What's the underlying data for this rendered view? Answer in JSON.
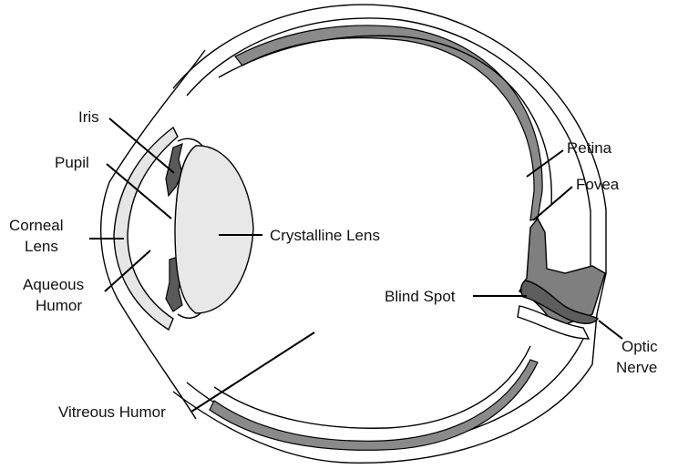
{
  "diagram": {
    "labels": {
      "iris": "Iris",
      "pupil": "Pupil",
      "corneal_line1": "Corneal",
      "corneal_line2": "Lens",
      "aqueous_line1": "Aqueous",
      "aqueous_line2": "Humor",
      "vitreous": "Vitreous Humor",
      "crystalline": "Crystalline Lens",
      "retina": "Retina",
      "fovea": "Fovea",
      "blind_spot": "Blind Spot",
      "optic_line1": "Optic",
      "optic_line2": "Nerve"
    },
    "colors": {
      "outline": "#000000",
      "retina_fill": "#8a8a8a",
      "cornea_fill": "#e6e6e6",
      "lens_fill": "#e8e8e8",
      "iris_fill": "#5a5a5a",
      "nerve_fill": "#7f7f7f",
      "background": "#ffffff"
    }
  }
}
